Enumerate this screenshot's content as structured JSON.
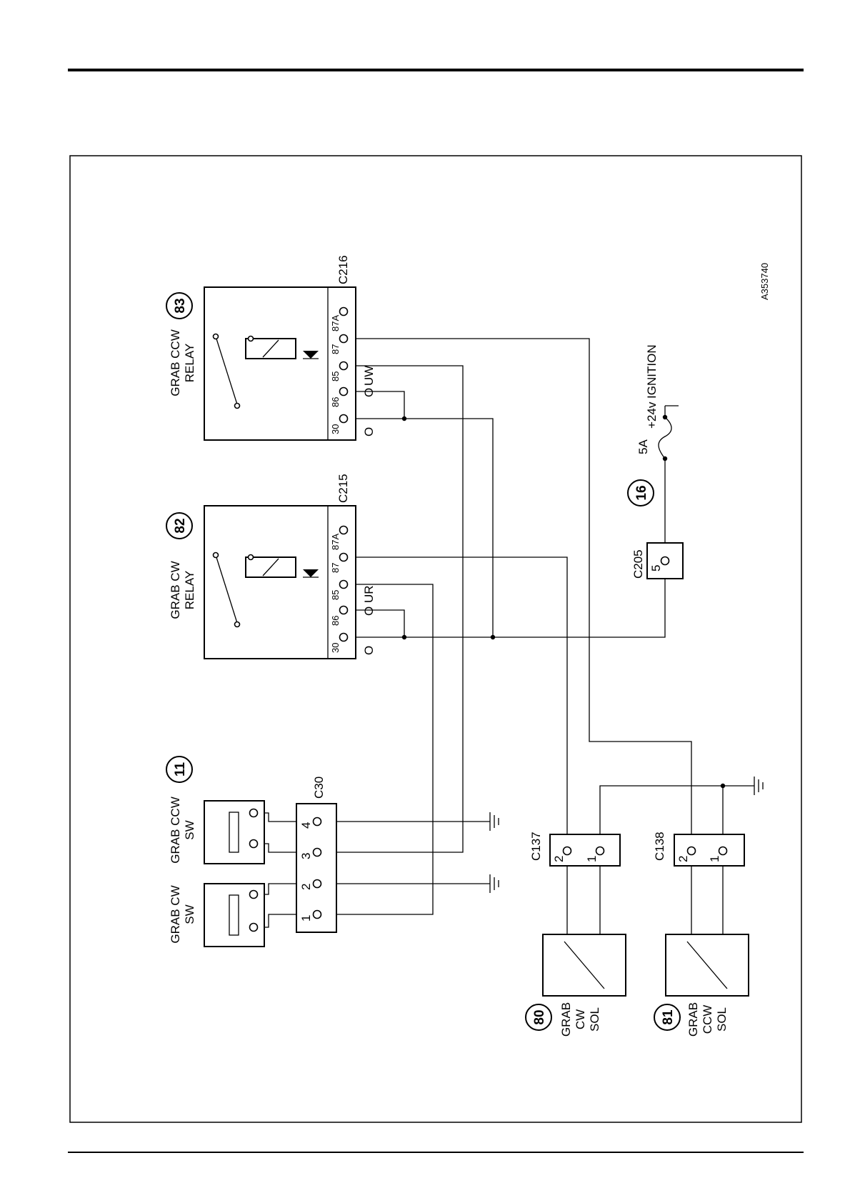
{
  "diagram_id": "A353740",
  "relays": [
    {
      "id": "82",
      "name_line1": "GRAB CW",
      "name_line2": "RELAY",
      "connector": "C215",
      "pins": [
        "30",
        "86",
        "85",
        "87",
        "87A"
      ],
      "codes": [
        "O",
        "O",
        "UR"
      ]
    },
    {
      "id": "83",
      "name_line1": "GRAB CCW",
      "name_line2": "RELAY",
      "connector": "C216",
      "pins": [
        "30",
        "86",
        "85",
        "87",
        "87A"
      ],
      "codes": [
        "O",
        "O",
        "UW"
      ]
    }
  ],
  "switches": {
    "id": "11",
    "connector": "C30",
    "cw_line1": "GRAB CW",
    "cw_line2": "SW",
    "ccw_line1": "GRAB CCW",
    "ccw_line2": "SW",
    "pins": [
      "1",
      "2",
      "3",
      "4"
    ]
  },
  "solenoids": [
    {
      "id": "80",
      "line1": "GRAB",
      "line2": "CW",
      "line3": "SOL",
      "connector": "C137",
      "pins": [
        "2",
        "1"
      ]
    },
    {
      "id": "81",
      "line1": "GRAB",
      "line2": "CCW",
      "line3": "SOL",
      "connector": "C138",
      "pins": [
        "2",
        "1"
      ]
    }
  ],
  "power": {
    "id": "16",
    "connector": "C205",
    "connector_pin": "5",
    "fuse_rating": "5A",
    "supply": "+24v IGNITION"
  }
}
